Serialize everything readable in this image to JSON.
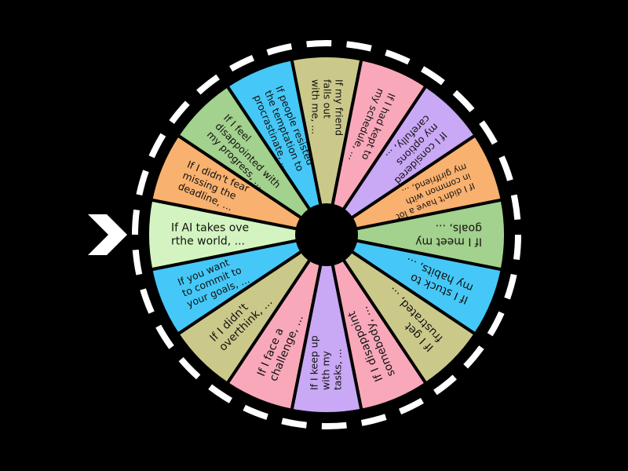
{
  "wheel": {
    "pointer_color": "#ffffff",
    "rim_color": "#ffffff",
    "hub_color": "#000000",
    "start_angle_deg": 180,
    "segments": [
      {
        "lines": [
          "If AI takes ove",
          "rthe world, ..."
        ],
        "color": "#d3f4c0"
      },
      {
        "lines": [
          "If I didn't fear",
          "missing the",
          "deadline, ..."
        ],
        "color": "#f9b16f"
      },
      {
        "lines": [
          "If I feel",
          "disappointed with",
          "my progress, ..."
        ],
        "color": "#a3d18e"
      },
      {
        "lines": [
          "If people resisted",
          "the temptation to",
          "procrastinate, ..."
        ],
        "color": "#45c8f7"
      },
      {
        "lines": [
          "If my friend",
          "falls out",
          "with me, ..."
        ],
        "color": "#cbc98a"
      },
      {
        "lines": [
          "If I had kept to",
          "my schedule, ..."
        ],
        "color": "#f9a8ba"
      },
      {
        "lines": [
          "If I considered",
          "my options",
          "carefully, ..."
        ],
        "color": "#c9a8f5"
      },
      {
        "lines": [
          "If I didn't have a lot",
          "in common with",
          "my girlfriend, ..."
        ],
        "color": "#f9b16f"
      },
      {
        "lines": [
          "If I meet my",
          "goals, ..."
        ],
        "color": "#a3d18e"
      },
      {
        "lines": [
          "If I stuck to",
          "my habits, ..."
        ],
        "color": "#45c8f7"
      },
      {
        "lines": [
          "If I get",
          "frustrated, ..."
        ],
        "color": "#cbc98a"
      },
      {
        "lines": [
          "If I disappoint",
          "somebody, ..."
        ],
        "color": "#f9a8ba"
      },
      {
        "lines": [
          "If I keep up",
          "with my",
          "tasks, ..."
        ],
        "color": "#c9a8f5"
      },
      {
        "lines": [
          "If I face a",
          "challenge, ..."
        ],
        "color": "#f9a8ba"
      },
      {
        "lines": [
          "If I didn't",
          "overthink, ..."
        ],
        "color": "#cbc98a"
      },
      {
        "lines": [
          "If you want",
          "to commit to",
          "your goals, ..."
        ],
        "color": "#45c8f7"
      }
    ]
  }
}
